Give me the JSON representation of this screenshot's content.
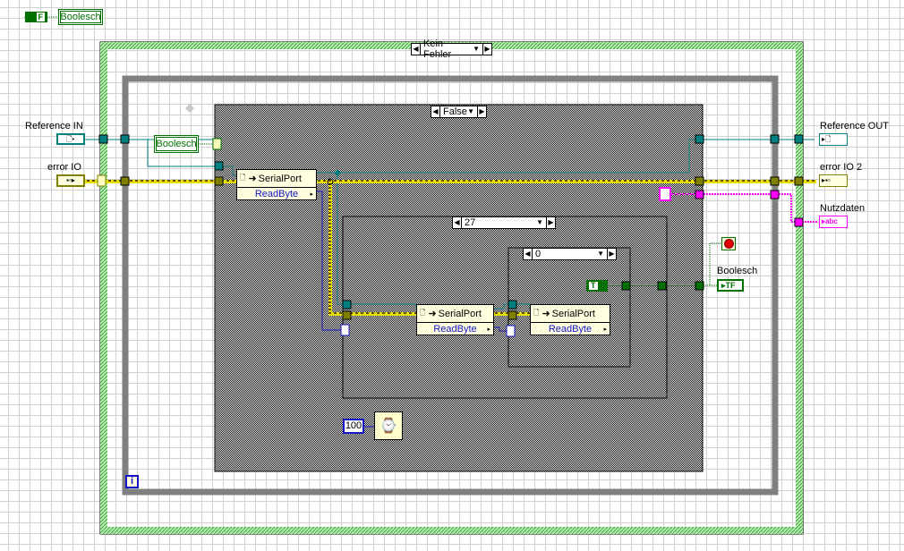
{
  "top_constant": {
    "label": "Boolesch",
    "value": "F"
  },
  "outer_case": {
    "selector": "Kein Fehler"
  },
  "inner_case": {
    "selector": "False"
  },
  "case_27": {
    "selector": "27"
  },
  "case_0": {
    "selector": "0"
  },
  "terminals": {
    "reference_in": "Reference IN",
    "error_in": "error IO",
    "reference_out": "Reference OUT",
    "error_out": "error IO 2",
    "nutzdaten": "Nutzdaten",
    "boolesch_out": "Boolesch",
    "boolesch_local": "Boolesch"
  },
  "nodes": [
    {
      "class": "SerialPort",
      "method": "ReadByte"
    },
    {
      "class": "SerialPort",
      "method": "ReadByte"
    },
    {
      "class": "SerialPort",
      "method": "ReadByte"
    }
  ],
  "wait_constant": "100",
  "iteration_terminal": "i",
  "true_constant": "T",
  "colors": {
    "refnum": "#008080",
    "error": "#808000",
    "string": "#ff00ff",
    "boolean": "#007000",
    "numeric": "#1414c8"
  }
}
